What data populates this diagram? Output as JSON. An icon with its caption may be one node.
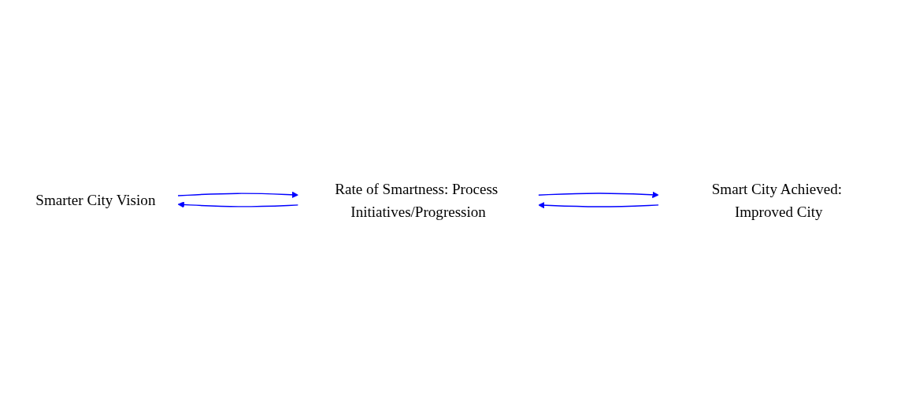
{
  "diagram": {
    "nodes": [
      {
        "text": [
          "Smarter City Vision"
        ]
      },
      {
        "text": [
          "Rate of Smartness: Process Initiatives/Progression"
        ]
      },
      {
        "text": [
          "Smart City Achieved: Improved City"
        ]
      }
    ],
    "edges": [
      {
        "from": 0,
        "to": 1,
        "arrow": "to"
      },
      {
        "from": 1,
        "to": 0,
        "arrow": "to"
      },
      {
        "from": 1,
        "to": 2,
        "arrow": "to"
      },
      {
        "from": 2,
        "to": 1,
        "arrow": "to"
      }
    ]
  }
}
